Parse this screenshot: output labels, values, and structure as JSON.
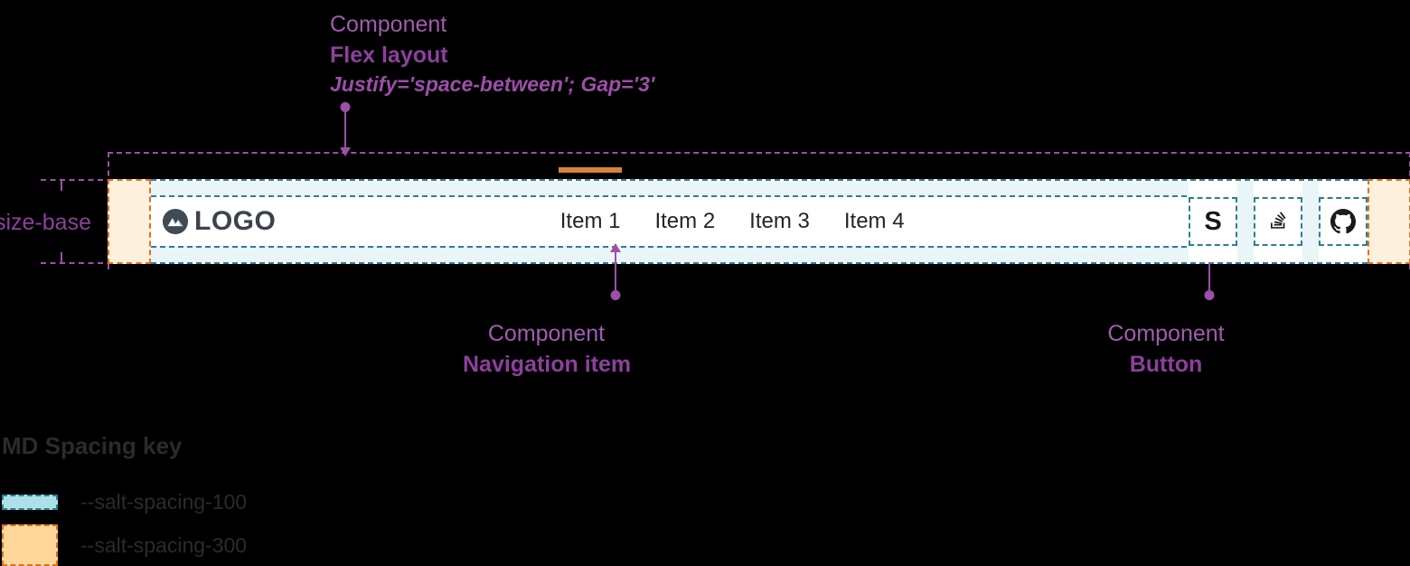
{
  "annotations": {
    "flex_layout": {
      "kind": "Component",
      "name": "Flex layout",
      "props": "Justify='space-between'; Gap='3'"
    },
    "navigation_item": {
      "kind": "Component",
      "name": "Navigation item"
    },
    "button": {
      "kind": "Component",
      "name": "Button"
    },
    "size_base": "size-base"
  },
  "navbar": {
    "logo": {
      "icon": "mountain-logo-icon",
      "text": "LOGO"
    },
    "items": [
      {
        "label": "Item 1",
        "active": true
      },
      {
        "label": "Item 2",
        "active": false
      },
      {
        "label": "Item 3",
        "active": false
      },
      {
        "label": "Item 4",
        "active": false
      }
    ],
    "actions": [
      {
        "icon": "salt-logo-icon",
        "glyph": "S"
      },
      {
        "icon": "stack-overflow-icon"
      },
      {
        "icon": "github-icon"
      }
    ]
  },
  "spacing_key": {
    "title": "MD Spacing key",
    "rows": [
      {
        "token": "--salt-spacing-100",
        "color": "#ade1ea"
      },
      {
        "token": "--salt-spacing-300",
        "color": "#ffd79a"
      }
    ]
  },
  "colors": {
    "annotation": "#9c4fa8",
    "spacing_100_fill": "#ade1ea",
    "spacing_100_border": "#2c7f93",
    "spacing_300_fill": "#ffd79a",
    "spacing_300_border": "#e2701c",
    "active_indicator": "#d9823b",
    "navbar_background": "#ffffff",
    "page_background": "#000000"
  }
}
